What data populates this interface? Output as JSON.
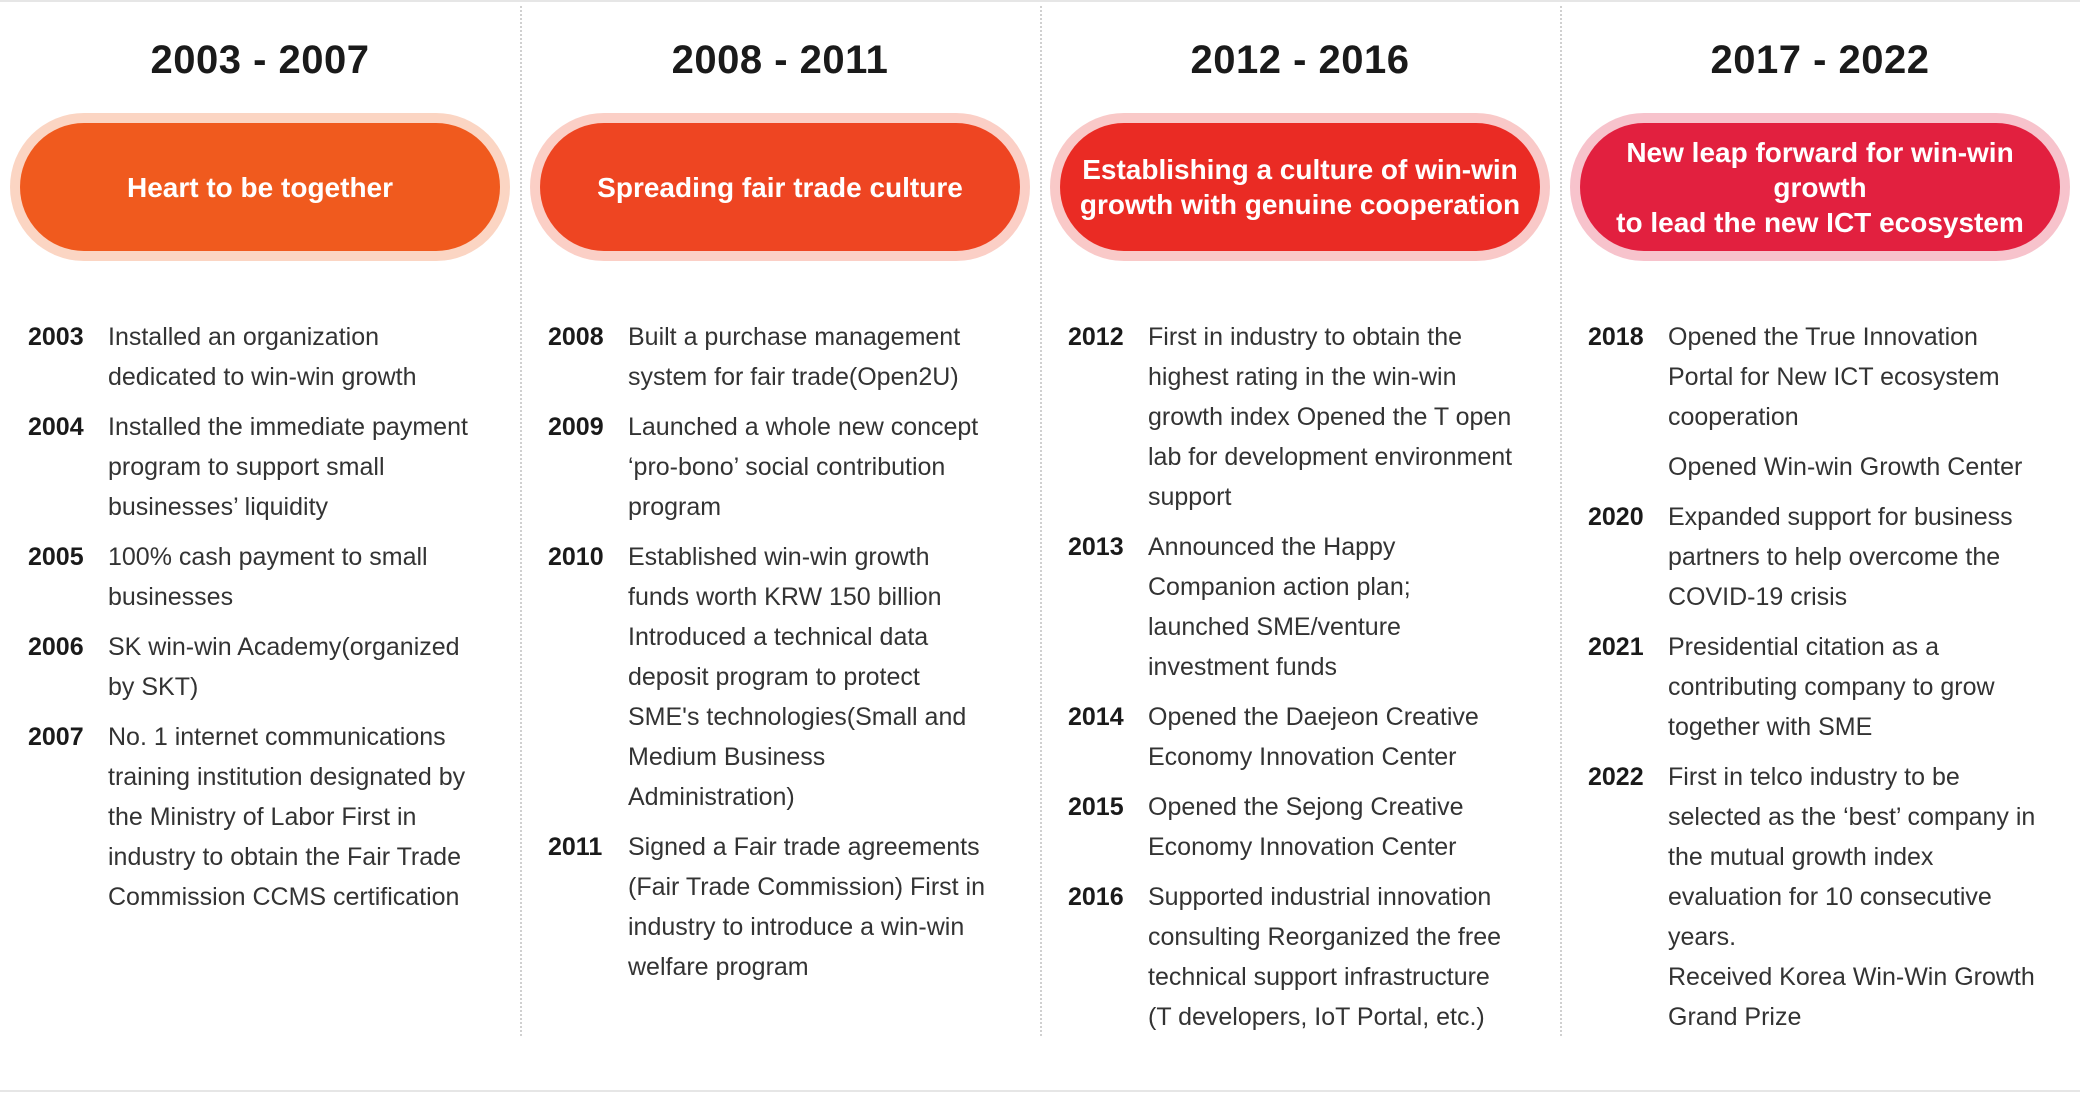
{
  "columns": [
    {
      "period": "2003 - 2007",
      "theme_lines": [
        "Heart to be together"
      ],
      "entries": [
        {
          "year": "2003",
          "lines": [
            "Installed an organization",
            "dedicated to win-win growth"
          ]
        },
        {
          "year": "2004",
          "lines": [
            "Installed the immediate payment",
            "program to support small",
            "businesses’ liquidity"
          ]
        },
        {
          "year": "2005",
          "lines": [
            "100% cash payment to small",
            "businesses"
          ]
        },
        {
          "year": "2006",
          "lines": [
            "SK win-win Academy(organized",
            "by SKT)"
          ]
        },
        {
          "year": "2007",
          "lines": [
            "No. 1 internet communications",
            "training institution designated by",
            "the Ministry of Labor First in",
            "industry to obtain the Fair Trade",
            "Commission CCMS certification"
          ]
        }
      ]
    },
    {
      "period": "2008 - 2011",
      "theme_lines": [
        "Spreading fair trade culture"
      ],
      "entries": [
        {
          "year": "2008",
          "lines": [
            "Built a purchase management",
            "system for fair trade(Open2U)"
          ]
        },
        {
          "year": "2009",
          "lines": [
            "Launched a whole new concept",
            "‘pro-bono’ social contribution",
            "program"
          ]
        },
        {
          "year": "2010",
          "lines": [
            "Established win-win growth",
            "funds worth KRW 150 billion",
            "Introduced a technical data",
            "deposit program to protect",
            "SME's technologies(Small and",
            "Medium Business",
            "Administration)"
          ]
        },
        {
          "year": "2011",
          "lines": [
            "Signed a Fair trade agreements",
            "(Fair Trade Commission) First in",
            "industry to introduce a win-win",
            "welfare program"
          ]
        }
      ]
    },
    {
      "period": "2012 - 2016",
      "theme_lines": [
        "Establishing a culture of win-win",
        "growth with genuine cooperation"
      ],
      "entries": [
        {
          "year": "2012",
          "lines": [
            "First in industry to obtain the",
            "highest rating in the win-win",
            "growth index Opened the T open",
            "lab for development environment",
            "support"
          ]
        },
        {
          "year": "2013",
          "lines": [
            "Announced the Happy",
            "Companion action plan;",
            "launched SME/venture",
            "investment funds"
          ]
        },
        {
          "year": "2014",
          "lines": [
            "Opened the Daejeon Creative",
            "Economy Innovation Center"
          ]
        },
        {
          "year": "2015",
          "lines": [
            "Opened the Sejong Creative",
            "Economy Innovation Center"
          ]
        },
        {
          "year": "2016",
          "lines": [
            "Supported industrial innovation",
            "consulting Reorganized the free",
            "technical support infrastructure",
            "(T developers, IoT Portal, etc.)"
          ]
        }
      ]
    },
    {
      "period": "2017 - 2022",
      "theme_lines": [
        "New leap forward for win-win growth",
        "to lead the new ICT ecosystem"
      ],
      "entries": [
        {
          "year": "2018",
          "lines": [
            "Opened the True Innovation",
            "Portal for New ICT ecosystem",
            "cooperation"
          ],
          "sub_lines": [
            "Opened Win-win Growth Center"
          ]
        },
        {
          "year": "2020",
          "lines": [
            "Expanded support for business",
            "partners to help overcome the",
            "COVID-19 crisis"
          ]
        },
        {
          "year": "2021",
          "lines": [
            "Presidential citation as a",
            "contributing company to grow",
            "together with SME"
          ]
        },
        {
          "year": "2022",
          "lines": [
            "First in telco industry to be",
            "selected as the ‘best’ company in",
            "the mutual growth index",
            "evaluation for 10 consecutive",
            "years.",
            "Received Korea Win-Win Growth",
            "Grand Prize"
          ]
        }
      ]
    }
  ],
  "colors": {
    "pill_1": "#f05a1e",
    "pill_2": "#ee4522",
    "pill_3": "#ea2b24",
    "pill_4": "#e2203f",
    "text": "#333333",
    "heading": "#1a1a1a"
  }
}
